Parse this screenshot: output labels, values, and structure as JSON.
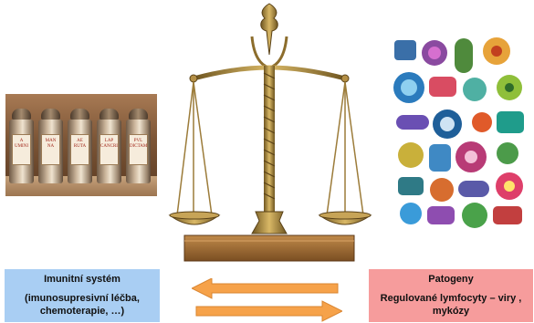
{
  "left_box": {
    "title": "Imunitní systém",
    "line1": "(imunosupresivní léčba,",
    "line2": "chemoterapie, …)"
  },
  "right_box": {
    "title": "Patogeny",
    "line1": "Regulované lymfocyty – viry ,",
    "line2": "mykózy"
  },
  "jar_labels": [
    {
      "l1": "A",
      "l2": "UMINI"
    },
    {
      "l1": "MAN",
      "l2": "NA"
    },
    {
      "l1": "AE",
      "l2": "RUTA"
    },
    {
      "l1": "LAP",
      "l2": "CANCRI"
    },
    {
      "l1": "PVL",
      "l2": "DICTAMN"
    }
  ],
  "colors": {
    "left_box": "#a9cef3",
    "right_box": "#f69c9c",
    "arrow_fill": "#f6a24a",
    "arrow_stroke": "#d98530"
  },
  "icons": {
    "scale": "balance-scale-icon",
    "jars": "apothecary-jars-photo",
    "pathogens": "pathogens-illustration"
  }
}
